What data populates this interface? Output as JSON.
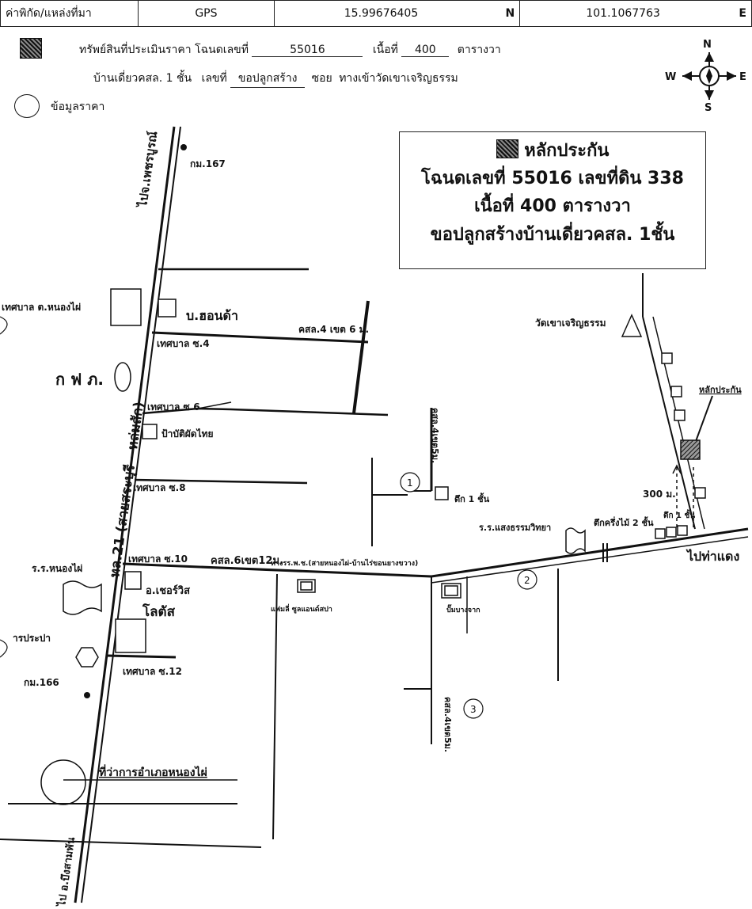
{
  "header": {
    "source_label": "ค่าพิกัด/แหล่งที่มา",
    "source_value": "GPS",
    "lat": "15.99676405",
    "lat_dir": "N",
    "lon": "101.1067763",
    "lon_dir": "E"
  },
  "property": {
    "line1_prefix": "ทรัพย์สินที่ประเมินราคา โฉนดเลขที่",
    "deed_no": "55016",
    "area_label": "เนื้อที่",
    "area": "400",
    "unit": "ตารางวา",
    "line2_type": "บ้านเดี่ยวคสล. 1 ชั้น",
    "no_label": "เลขที่",
    "no_value": "ขอปลูกสร้าง",
    "soi_label": "ซอย",
    "soi_value": "ทางเข้าวัดเขาเจริญธรรม"
  },
  "legend": {
    "price_info": "ข้อมูลราคา"
  },
  "compass": {
    "n": "N",
    "s": "S",
    "w": "W",
    "e": "E"
  },
  "collateral_box": {
    "title": "หลักประกัน",
    "line1": "โฉนดเลขที่ 55016 เลขที่ดิน 338",
    "line2": "เนื้อที่ 400  ตารางวา",
    "line3": "ขอปลูกสร้างบ้านเดี่ยวคสล. 1ชั้น"
  },
  "labels": {
    "to_phetchabun": "ไปจ.เพชรบูรณ์",
    "km167": "กม.167",
    "km166": "กม.166",
    "muni_nongphai": "เทศบาล ต.หนองไผ่",
    "hondaa": "บ.ฮอนด้า",
    "kasl4": "คสล.4 เขต 6 ม.",
    "muni4": "เทศบาล ซ.4",
    "egat": "ก ฟ ภ.",
    "muni6": "เทศบาล ซ.6",
    "thai_herb": "ป้าบัติผัดไทย",
    "highway21": "ทล.21 (สายสระบุรี - หล่มสัก)",
    "muni8": "เทศบาล ซ.8",
    "kasl4b": "คสล.4เขต5ม.",
    "shop1": "ตึก 1 ชั้น",
    "school_saeng": "ร.ร.แสงธรรมวิทยา",
    "wood2": "ตึกครึ่งไม้ 2 ชั้น",
    "shop1b": "ตึก 1 ชั้น",
    "dist300": "300 ม.",
    "temple": "วัดเขาเจริญธรรม",
    "collateral_mark": "หลักประกัน",
    "to_thadaeng": "ไปท่าแดง",
    "school_nongphai": "ร.ร.หนองไผ่",
    "muni10": "เทศบาล ซ.10",
    "kasl6": "คสล.6เขต12ม.",
    "rural_road": "ทางรร.พ.ช.(สายหนองไผ่-บ้านไร่ขอนยางขวาง)",
    "cherwis": "อ.เชอร์วิส",
    "lotus": "โลตัส",
    "flat": "แฟมลี่ ซูลแอนด์สปา",
    "pump": "ปั๊มบางจาก",
    "waterworks": "ารประปา",
    "muni12": "เทศบาล ซ.12",
    "kasl4c": "คสล.4เขต5ม.",
    "district_office": "ที่ว่าการอำเภอหนองไผ่",
    "to_bueng": "ไป อ.บึงสามพัน",
    "p1": "1",
    "p2": "2",
    "p3": "3"
  },
  "colors": {
    "ink": "#111111",
    "paper": "#ffffff"
  }
}
